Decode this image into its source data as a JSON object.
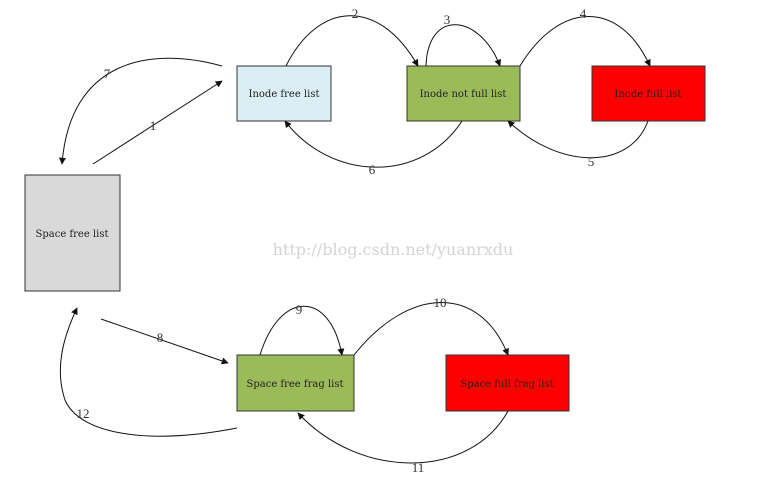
{
  "boxes": {
    "inode_free": {
      "label": "Inode free list",
      "color": "#daeef3"
    },
    "inode_not_full": {
      "label": "Inode not full list",
      "color": "#9bbb59"
    },
    "inode_full": {
      "label": "Inode full list",
      "color": "#ff0000"
    },
    "space_free": {
      "label": "Space free list",
      "color": "#d9d9d9"
    },
    "space_free_frag": {
      "label": "Space free frag list",
      "color": "#9bbb59"
    },
    "space_full_frag": {
      "label": "Space full frag list",
      "color": "#ff0000"
    }
  },
  "edges": {
    "e1": "1",
    "e2": "2",
    "e3": "3",
    "e4": "4",
    "e5": "5",
    "e6": "6",
    "e7": "7",
    "e8": "8",
    "e9": "9",
    "e10": "10",
    "e11": "11",
    "e12": "12"
  },
  "watermark": "http://blog.csdn.net/yuanrxdu"
}
